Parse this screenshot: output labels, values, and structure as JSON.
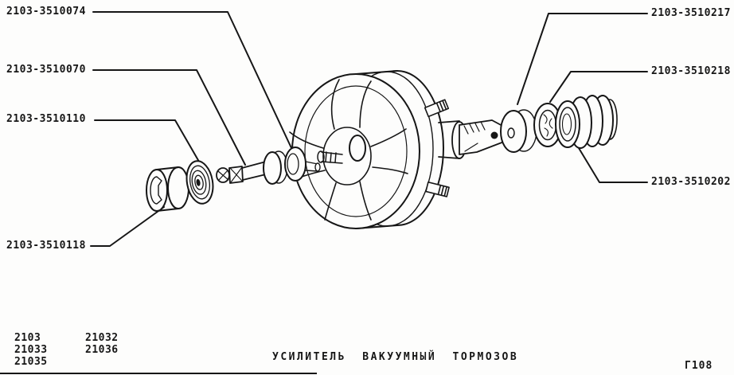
{
  "figure": {
    "caption": "УСИЛИТЕЛЬ ВАКУУМНЫЙ ТОРМОЗОВ",
    "sheet_code": "Г108"
  },
  "applicable_models": {
    "col1": [
      "2103",
      "21033",
      "21035"
    ],
    "col2": [
      "21032",
      "21036"
    ]
  },
  "part_labels_left": [
    "2103-3510074",
    "2103-3510070",
    "2103-3510110",
    "2103-3510118"
  ],
  "part_labels_right": [
    "2103-3510217",
    "2103-3510218",
    "2103-3510202"
  ],
  "colors": {
    "ink": "#161616",
    "paper": "#fdfdfc"
  }
}
